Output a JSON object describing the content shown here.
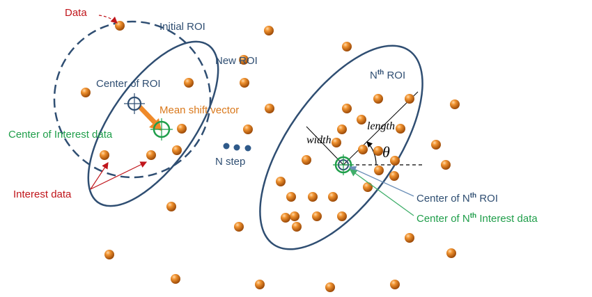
{
  "labels": {
    "data": "Data",
    "initial_roi": "Initial ROI",
    "new_roi": "New ROI",
    "center_of_roi": "Center of ROI",
    "mean_shift_vector": "Mean shift vector",
    "center_of_interest_data": "Center of Interest data",
    "interest_data": "Interest data",
    "n_step": "N step",
    "nth_roi_prefix": "N",
    "nth_roi_sup": "th",
    "nth_roi_suffix": " ROI",
    "width": "width",
    "length": "length",
    "theta": "θ",
    "center_nth_roi_prefix": "Center of N",
    "center_nth_roi_sup": "th",
    "center_nth_roi_suffix": " ROI",
    "center_nth_interest_prefix": "Center of N",
    "center_nth_interest_sup": "th",
    "center_nth_interest_suffix": " Interest data"
  },
  "colors": {
    "data_point": "#d9781b",
    "roi_outline": "#2f4e72",
    "red_label": "#c0151b",
    "orange_label": "#d9781b",
    "green_label": "#1f9e4a",
    "blue_label": "#2f4e72",
    "mean_shift_arrow": "#ef8a2a"
  },
  "icons": {
    "data_point": "orange-sphere",
    "center_marker": "crosshair-circle",
    "mean_shift": "thick-arrow"
  }
}
